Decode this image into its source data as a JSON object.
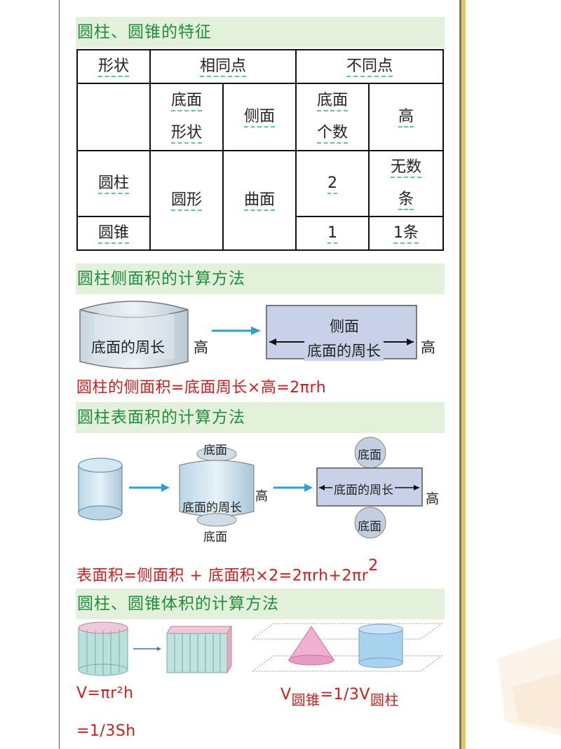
{
  "section1": {
    "title": "圆柱、圆锥的特征",
    "table": {
      "h_shape": "形状",
      "h_same": "相同点",
      "h_diff": "不同点",
      "sub_base_shape_1": "底面",
      "sub_base_shape_2": "形状",
      "sub_side": "侧面",
      "sub_base_count_1": "底面",
      "sub_base_count_2": "个数",
      "sub_height": "高",
      "row_cylinder": "圆柱",
      "row_cone": "圆锥",
      "val_circle": "圆形",
      "val_curved": "曲面",
      "cyl_base_count": "2",
      "cyl_height_1": "无数",
      "cyl_height_2": "条",
      "cone_base_count": "1",
      "cone_height": "1条"
    }
  },
  "section2": {
    "title": "圆柱侧面积的计算方法",
    "label_base_perimeter": "底面的周长",
    "label_height": "高",
    "label_side": "侧面",
    "label_base_perimeter_2": "底面的周长",
    "label_height_2": "高",
    "formula": "圆柱的侧面积=底面周长×高=2πrh"
  },
  "section3": {
    "title": "圆柱表面积的计算方法",
    "label_top": "底面",
    "label_bottom": "底面",
    "label_perimeter": "底面的周长",
    "label_height": "高",
    "label_top_2": "底面",
    "label_bottom_2": "底面",
    "label_perimeter_2": "底面的周长",
    "label_height_2": "高",
    "formula_main": "表面积=侧面积 + 底面积×2=2πrh+2πr",
    "formula_sup": "2"
  },
  "section4": {
    "title": "圆柱、圆锥体积的计算方法",
    "formula_v1": "V=πr²h",
    "formula_v2": "=1/3Sh",
    "formula_rel_v": "V",
    "formula_rel_sub1": "圆锥",
    "formula_rel_mid": "=1/3V",
    "formula_rel_sub2": "圆柱"
  },
  "colors": {
    "header_bg": "#e3f1da",
    "header_text": "#1e8e3e",
    "answer_red": "#d61a1a",
    "arrow_blue": "#2e9fd8",
    "border_gold": "#d8b64a"
  }
}
